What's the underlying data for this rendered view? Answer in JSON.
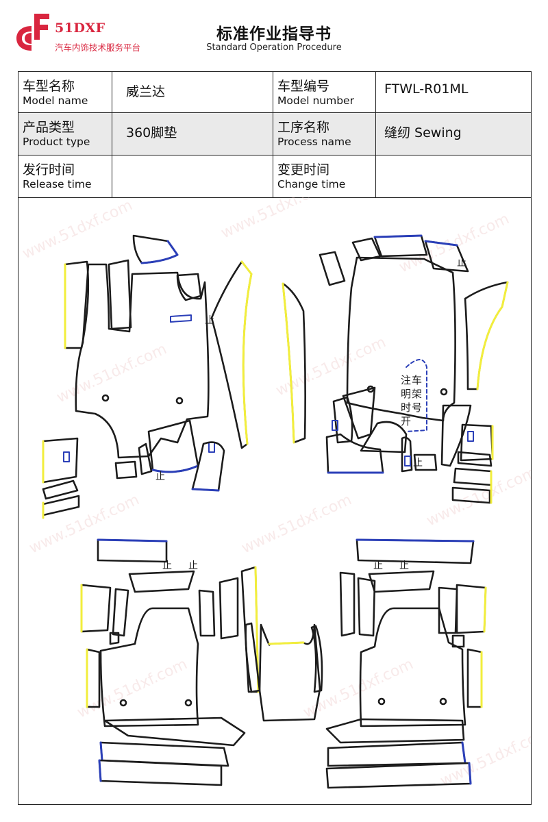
{
  "header": {
    "logo_brand": "51DXF",
    "logo_tagline": "汽车内饰技术服务平台",
    "title": "标准作业指导书",
    "subtitle": "Standard Operation Procedure"
  },
  "info": {
    "model_name_cn": "车型名称",
    "model_name_en": "Model name",
    "model_name_value": "威兰达",
    "model_number_cn": "车型编号",
    "model_number_en": "Model number",
    "model_number_value": "FTWL-R01ML",
    "product_type_cn": "产品类型",
    "product_type_en": "Product type",
    "product_type_value": "360脚垫",
    "process_name_cn": "工序名称",
    "process_name_en": "Process name",
    "process_name_value": "缝纫 Sewing",
    "release_time_cn": "发行时间",
    "release_time_en": "Release time",
    "release_time_value": "",
    "change_time_cn": "变更时间",
    "change_time_en": "Change time",
    "change_time_value": ""
  },
  "drawing": {
    "stop_mark": "止",
    "note_chars": [
      "注",
      "车",
      "明",
      "架",
      "时",
      "号",
      "开"
    ],
    "watermark": "www.51dxf.com",
    "colors": {
      "outline": "#1c1c1c",
      "edge_blue": "#2b3fb8",
      "edge_yellow": "#f2ee3c"
    }
  }
}
